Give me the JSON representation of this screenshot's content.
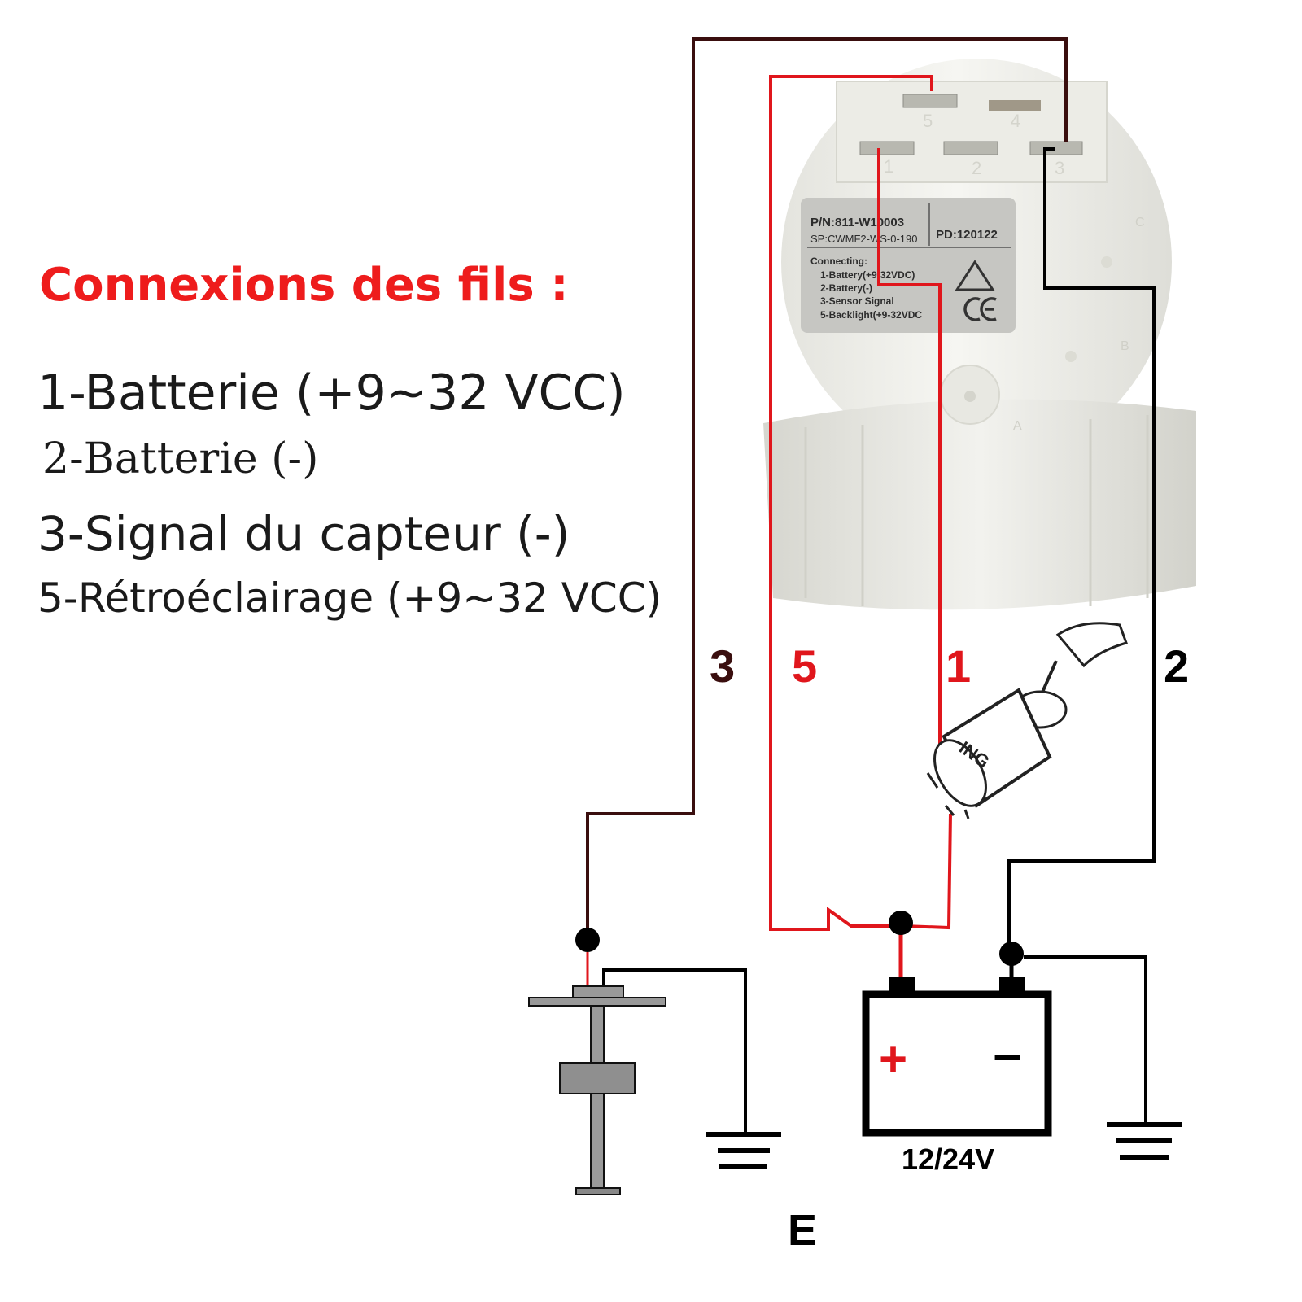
{
  "heading": "Connexions des fils :",
  "legend": [
    "1-Batterie (+9~32 VCC)",
    "2-Batterie (-)",
    "3-Signal du capteur (-)",
    "5-Rétroéclairage (+9~32 VCC)"
  ],
  "gauge": {
    "pins": [
      "5",
      "4",
      "1",
      "2",
      "3"
    ],
    "side_marks": [
      "C",
      "B",
      "A"
    ],
    "label": {
      "pn": "P/N:811-W10003",
      "sp": "SP:CWMF2-WS-0-190",
      "pd": "PD:120122",
      "connecting": "Connecting:",
      "lines": [
        "1-Battery(+9-32VDC)",
        "2-Battery(-)",
        "3-Sensor Signal",
        "5-Backlight(+9-32VDC"
      ]
    }
  },
  "wire_labels": {
    "w3": "3",
    "w5": "5",
    "w1": "1",
    "w2": "2"
  },
  "ignition_label": "ING",
  "battery": {
    "plus": "+",
    "minus": "−",
    "voltage": "12/24V"
  },
  "sender_label": "E",
  "colors": {
    "red": "#e0161c",
    "dark": "#3a0e0e",
    "black": "#000000",
    "title": "#ee1c1c"
  }
}
